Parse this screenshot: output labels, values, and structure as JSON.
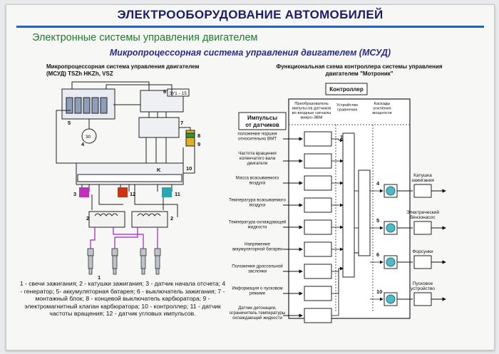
{
  "header": {
    "title": "ЭЛЕКТРООБОРУДОВАНИЕ АВТОМОБИЛЕЙ",
    "section": "Электронные системы управления двигателем",
    "subsection": "Микропроцессорная система управления двигателем (МСУД)"
  },
  "left_diagram": {
    "caption_line1": "Микропроцессорная система управления двигателем",
    "caption_line2": "(МСУД) TSZh HKZh, VSZ",
    "labels": {
      "l1": "1",
      "l2": "2",
      "l3": "3",
      "l4": "4",
      "l5": "5",
      "l6": "6",
      "l7": "7",
      "l8": "8",
      "l9": "9",
      "l10": "10",
      "l11": "11",
      "l12": "12",
      "l30": "30",
      "lK": "K",
      "lsv": "ЗУ1 - 15"
    },
    "legend": "1 - свечи зажигания; 2 - катушки зажигания; 3 - датчик начала отсчета; 4 - генератор; 5- аккумуляторная батарея; 6 - выключатель зажигания; 7 - монтажный блок; 8 - концевой выключатель карбюратора; 9 - электромагнитный клапан карбюратора; 10 - контроллер; 11 - датчик частоты вращения; 12 - датчик угловых импульсов."
  },
  "right_diagram": {
    "caption_line1": "Функциональная схема контроллера системы управления",
    "caption_line2": "двигателем \"Мотроник\"",
    "controller_title": "Контроллер",
    "impulses_title": "Импульсы от датчиков",
    "col_converters": "Преобразователь импульсов датчиков во входные сигналы микро-ЭВМ",
    "col_comparator": "Устройство сравнения",
    "col_output": "Каскады усиления мощности",
    "sensors": [
      "положение поршня относительно ВМТ",
      "Частота вращения коленчатого вала двигателя",
      "Масса всасываемого воздуха",
      "Температура всасываемого воздуха",
      "Температура охлаждающей жидкости",
      "Напряжение аккумуляторной батареи",
      "Положение дроссельной заслонки",
      "Информация о пусковом режиме",
      "Датчик детонации, ограничитель температуры охлаждающей жидкости"
    ],
    "outputs": [
      {
        "num": "4",
        "label": "Катушка зажигания"
      },
      {
        "num": "5",
        "label": "Электрический бензонасос"
      },
      {
        "num": "6",
        "label": "Форсунки"
      },
      {
        "num": "10",
        "label": "Пусковое устройство"
      }
    ],
    "bus_number": "1",
    "colors": {
      "transistor": "#4cbbc7",
      "arrow": "#111111"
    }
  },
  "colors": {
    "title": "#1c1c6e",
    "section": "#1f7a2e",
    "accent": "#2f5fb0",
    "purple": "#a020c0",
    "red": "#cc3311",
    "green": "#2a9a40",
    "teal": "#2aa7b3"
  }
}
